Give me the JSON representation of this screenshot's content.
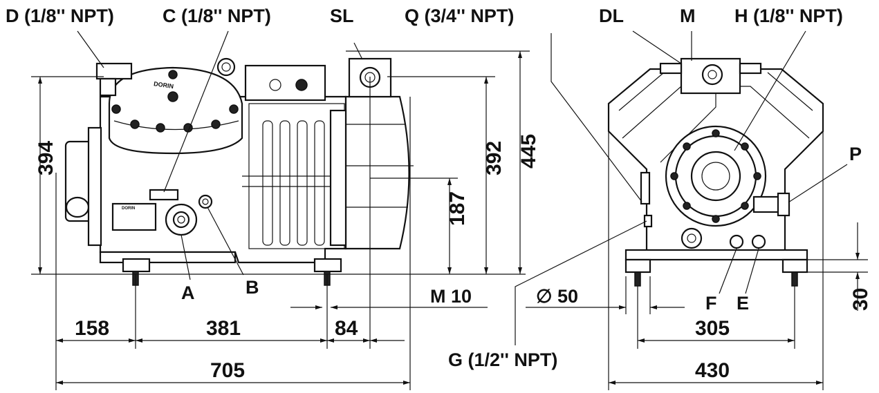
{
  "labels": {
    "D": "D (1/8'' NPT)",
    "C": "C (1/8'' NPT)",
    "SL": "SL",
    "Q": "Q (3/4'' NPT)",
    "DL": "DL",
    "M": "M",
    "H": "H (1/8'' NPT)",
    "P": "P",
    "A": "A",
    "B": "B",
    "F": "F",
    "E": "E",
    "G": "G (1/2'' NPT)",
    "M10": "M 10",
    "diameter": "∅ 50"
  },
  "dimensions": {
    "h394": "394",
    "h392": "392",
    "h445": "445",
    "h187": "187",
    "w158": "158",
    "w381": "381",
    "w84": "84",
    "w705": "705",
    "w305": "305",
    "w430": "430",
    "h30": "30"
  },
  "brand": "DORIN"
}
